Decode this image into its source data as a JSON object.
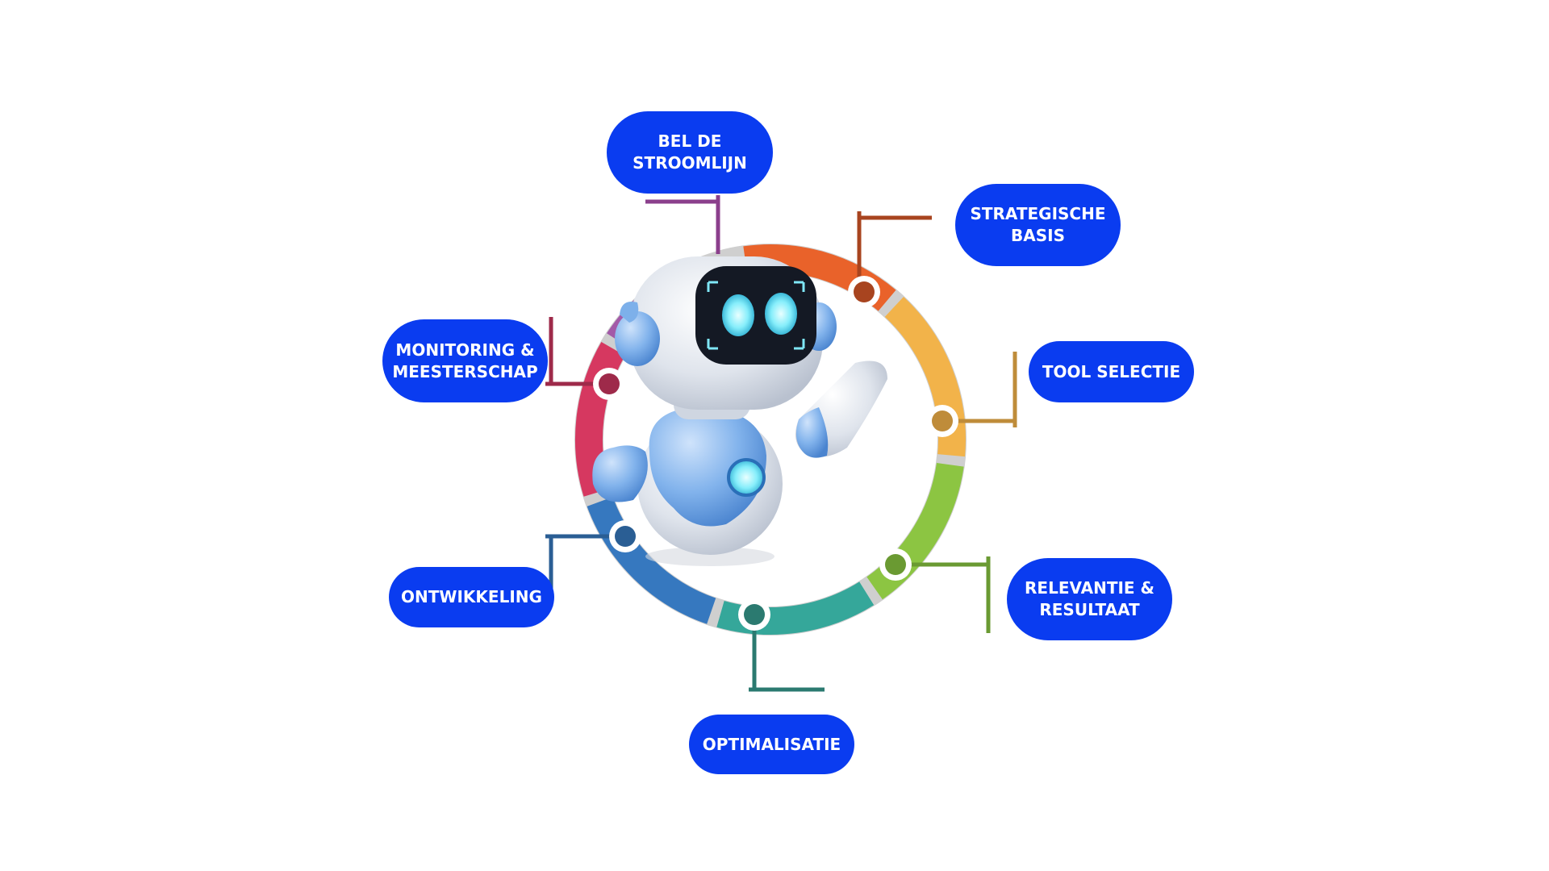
{
  "diagram": {
    "colors": {
      "pill_bg": "#0a3cf0",
      "pill_text": "#ffffff",
      "ring_segments": [
        "#e9622a",
        "#f2b34a",
        "#8cc542",
        "#35a79a",
        "#3678bf",
        "#d63860",
        "#a35aa8"
      ],
      "connectors": {
        "strategische_basis": "#a8441f",
        "tool_selectie": "#bf8c3a",
        "relevantie_resultaat": "#6a9a32",
        "optimalisatie": "#2b7a70",
        "ontwikkeling": "#2a5e94",
        "monitoring_meesterschap": "#9e2a4a",
        "bel_de_stroomlijn": "#8b3f8c"
      }
    },
    "labels": {
      "bel_de_stroomlijn": {
        "line1": "BEL DE",
        "line2": "STROOMLIJN"
      },
      "strategische_basis": {
        "line1": "STRATEGISCHE",
        "line2": "BASIS"
      },
      "tool_selectie": {
        "line1": "TOOL SELECTIE",
        "line2": ""
      },
      "relevantie_resultaat": {
        "line1": "RELEVANTIE &",
        "line2": "RESULTAAT"
      },
      "optimalisatie": {
        "line1": "OPTIMALISATIE",
        "line2": ""
      },
      "ontwikkeling": {
        "line1": "ONTWIKKELING",
        "line2": ""
      },
      "monitoring_meesterschap": {
        "line1": "MONITORING &",
        "line2": "MEESTERSCHAP"
      }
    },
    "robot": {
      "body_color": "#e8ecf3",
      "accent_color": "#6aa6ea",
      "screen_color": "#1a1f2b",
      "eye_color": "#8ef2ff"
    }
  }
}
